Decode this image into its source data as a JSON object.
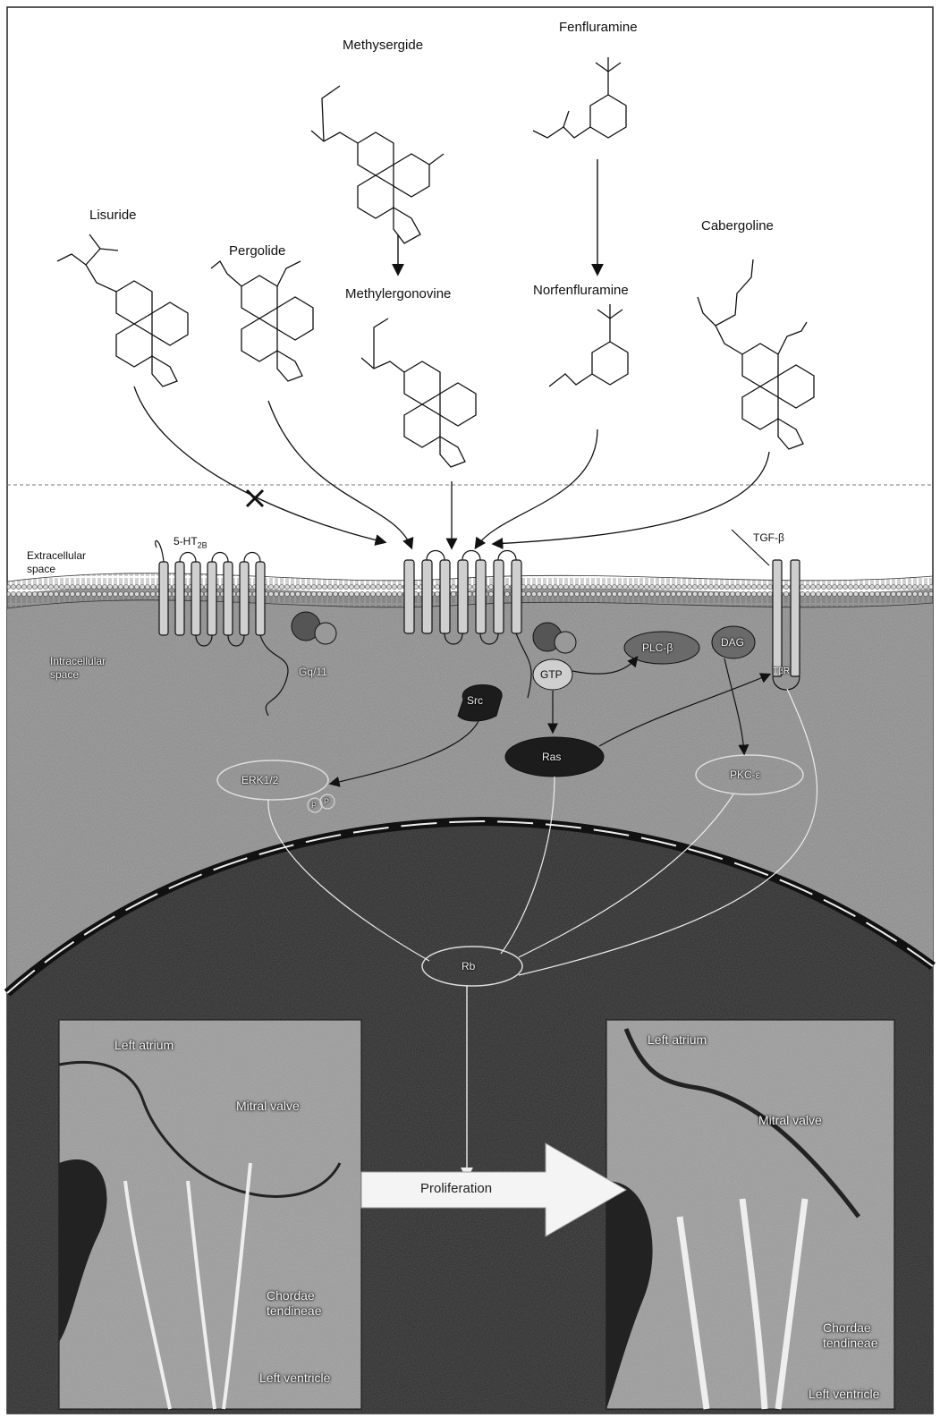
{
  "drugs": {
    "methysergide": "Methysergide",
    "fenfluramine": "Fenfluramine",
    "lisuride": "Lisuride",
    "pergolide": "Pergolide",
    "cabergoline": "Cabergoline",
    "methylergonovine": "Methylergonovine",
    "norfenfluramine": "Norfenfluramine"
  },
  "membrane": {
    "extracellular": "Extracellular\nspace",
    "intracellular": "Intracellular\nspace",
    "receptor_5ht2b": "5-HT",
    "receptor_sub": "2B",
    "tgf": "TGF-β"
  },
  "signaling": {
    "src": "Src",
    "g_protein_left": "Gq/11",
    "plc": "PLC-β",
    "dag": "DAG",
    "gtp": "GTP",
    "ras": "Ras",
    "pkc": "PKC-ε",
    "erk": "ERK1/2",
    "p": "P",
    "rb": "Rb",
    "tr": "TβR"
  },
  "valve": {
    "left_panel": {
      "atrium": "Left atrium",
      "mitral": "Mitral valve",
      "chordae": "Chordae\ntendineae",
      "ventricle": "Left ventricle"
    },
    "right_panel": {
      "atrium": "Left atrium",
      "mitral": "Mitral valve",
      "chordae": "Chordae\ntendineae",
      "ventricle": "Left ventricle"
    },
    "proliferation": "Proliferation"
  },
  "colors": {
    "cytoplasm": "#8a8a8a",
    "nucleus": "#2a2a2a",
    "membrane": "#b5b5b5",
    "panel": "#9a9a9a"
  }
}
